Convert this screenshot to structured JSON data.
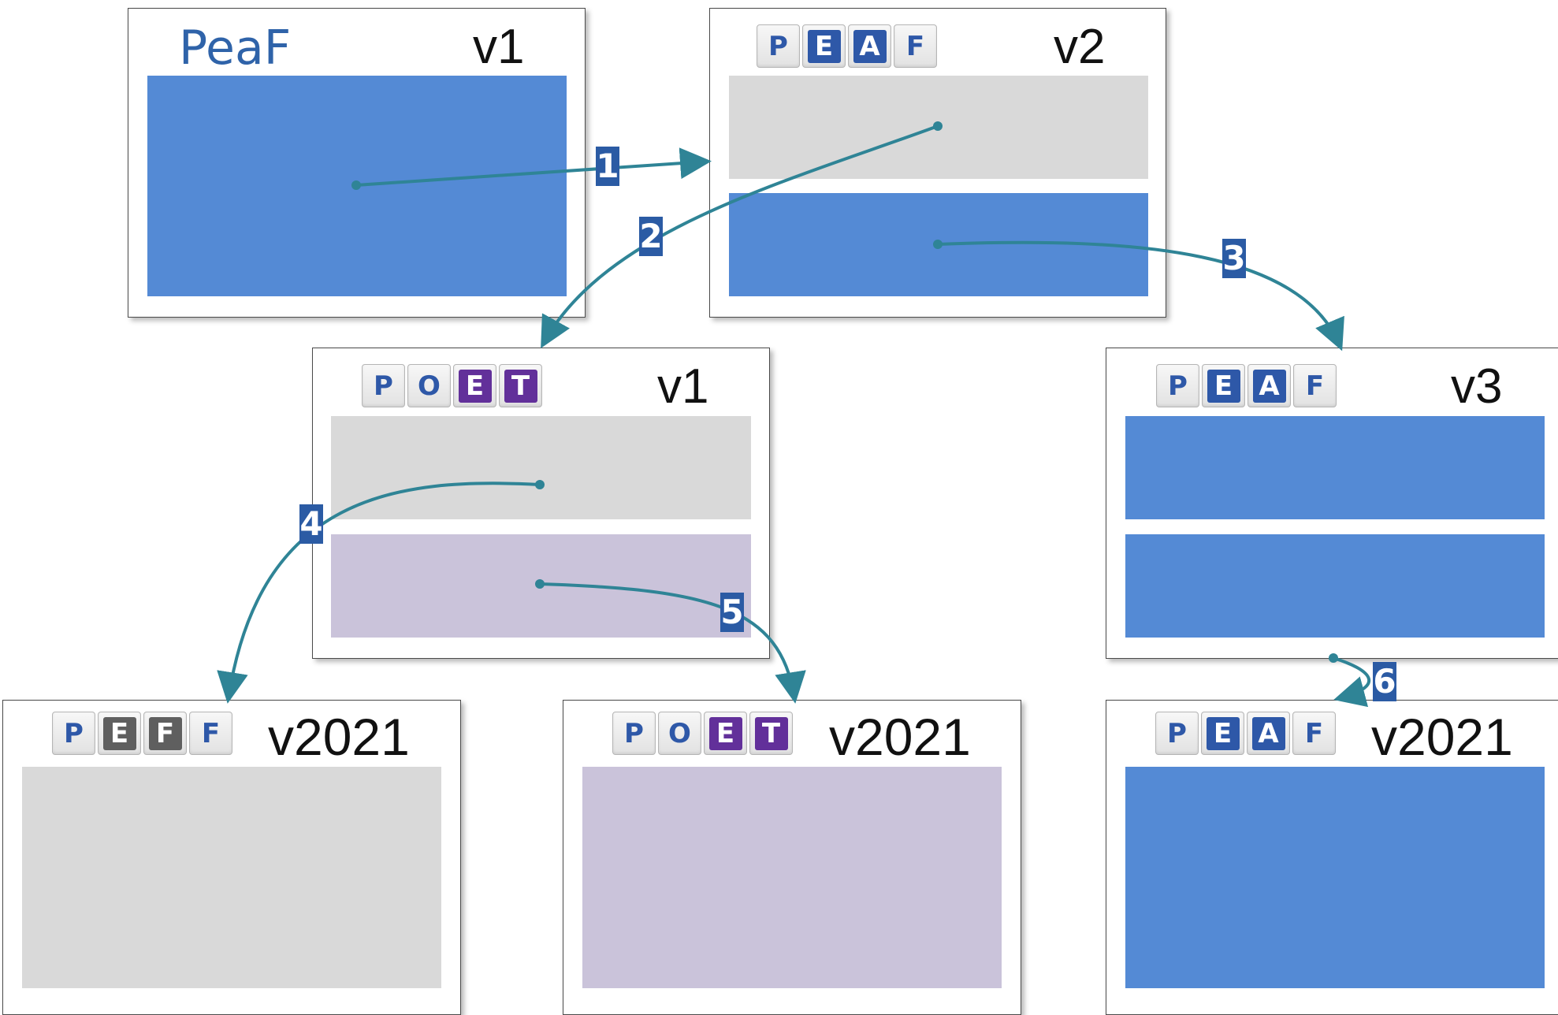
{
  "colors": {
    "blue_panel": "#548ad5",
    "gray_panel": "#d9d9d9",
    "purple_panel": "#cac3da",
    "arrow": "#2f8496",
    "badge": "#2b5ba4",
    "peaf_blue": "#2e58a8",
    "poet_purple": "#62309a",
    "peff_gray": "#5f5f5f"
  },
  "cards": {
    "peaf_v1": {
      "logo_text": "PeaF",
      "version": "v1"
    },
    "peaf_v2": {
      "logo_letters": [
        "P",
        "E",
        "A",
        "F"
      ],
      "version": "v2"
    },
    "poet_v1": {
      "logo_letters": [
        "P",
        "O",
        "E",
        "T"
      ],
      "version": "v1"
    },
    "peaf_v3": {
      "logo_letters": [
        "P",
        "E",
        "A",
        "F"
      ],
      "version": "v3"
    },
    "peff_v2021": {
      "logo_letters": [
        "P",
        "E",
        "F",
        "F"
      ],
      "version": "v2021"
    },
    "poet_v2021": {
      "logo_letters": [
        "P",
        "O",
        "E",
        "T"
      ],
      "version": "v2021"
    },
    "peaf_v2021": {
      "logo_letters": [
        "P",
        "E",
        "A",
        "F"
      ],
      "version": "v2021"
    }
  },
  "steps": [
    "1",
    "2",
    "3",
    "4",
    "5",
    "6"
  ]
}
